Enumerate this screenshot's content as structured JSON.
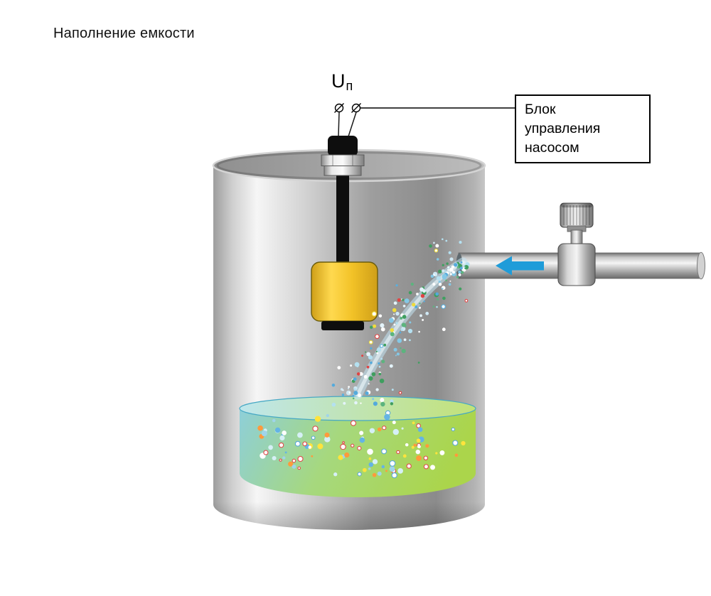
{
  "title": "Наполнение емкости",
  "power_label": {
    "symbol": "U",
    "subscript": "п"
  },
  "control_box": {
    "line1": "Блок",
    "line2": "управления",
    "line3": "насосом"
  },
  "colors": {
    "arrow": "#1f9cd9",
    "float_light": "#ffd94f",
    "float_mid": "#f2c227",
    "float_dark": "#cf9f18",
    "liquid_left": "#8ecfd9",
    "liquid_mid": "#a6d87e",
    "liquid_right": "#abd54b"
  }
}
